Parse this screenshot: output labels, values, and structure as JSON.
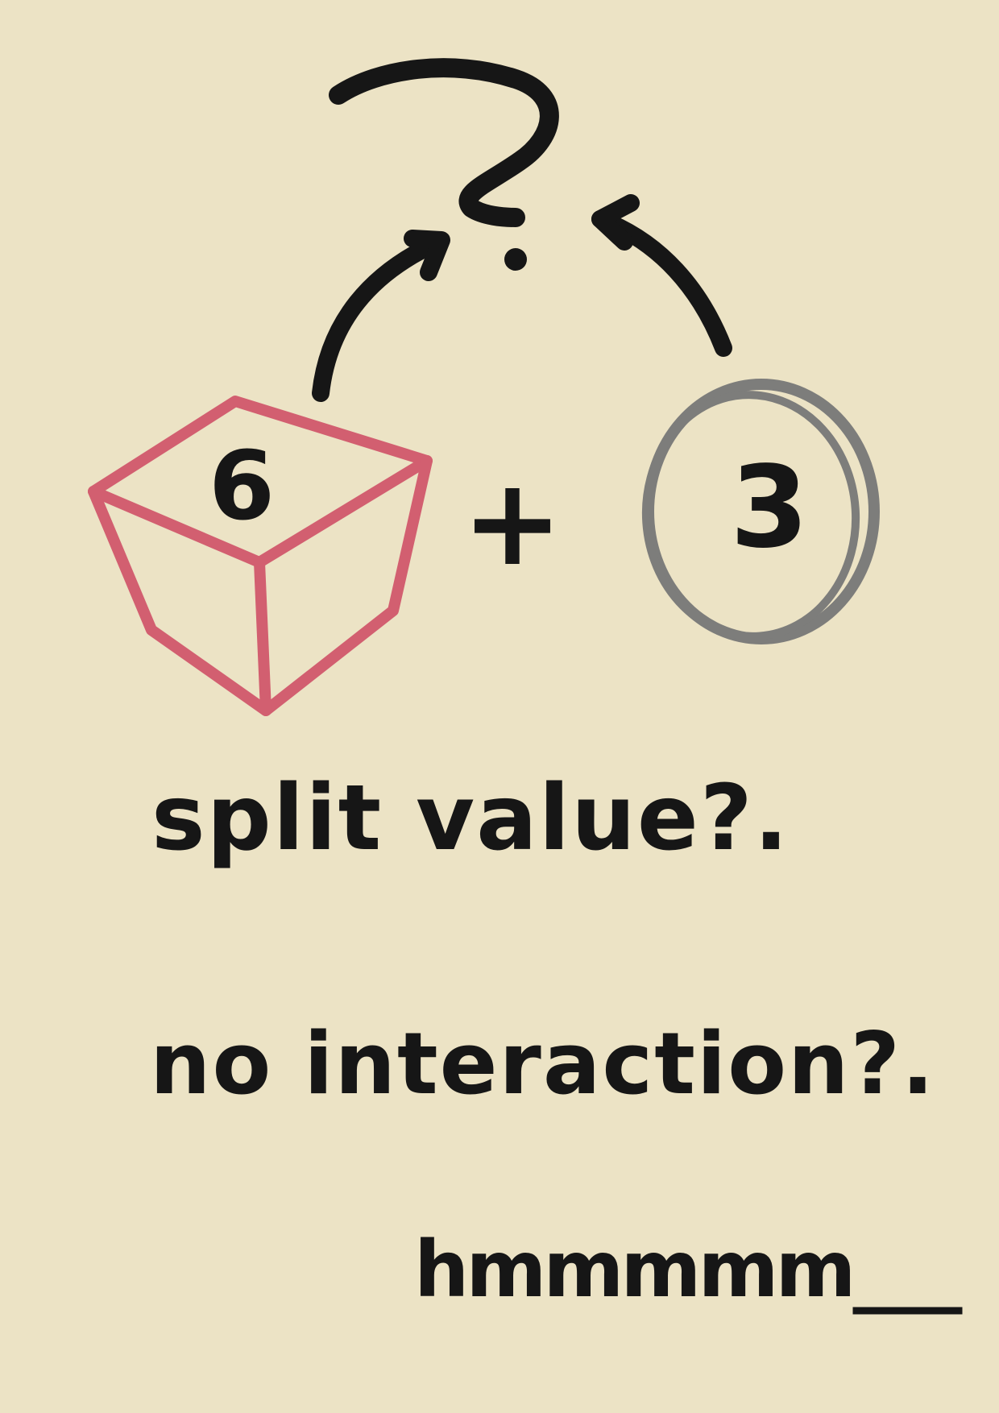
{
  "palette": {
    "background": "#ece3c5",
    "ink": "#161616",
    "cube": "#d25f70",
    "circle": "#7d7d7b"
  },
  "sketch": {
    "question_mark_icon": "question-mark-icon",
    "cube_icon": "cube-icon",
    "circle_icon": "circle-icon",
    "arrow_left": "arrow-icon",
    "arrow_right": "arrow-icon",
    "cube_number": "6",
    "plus_sign": "+",
    "circle_number": "3"
  },
  "notes": {
    "line1": "split value?.",
    "line2": "no interaction?.",
    "line3": "hmmmmm___"
  }
}
